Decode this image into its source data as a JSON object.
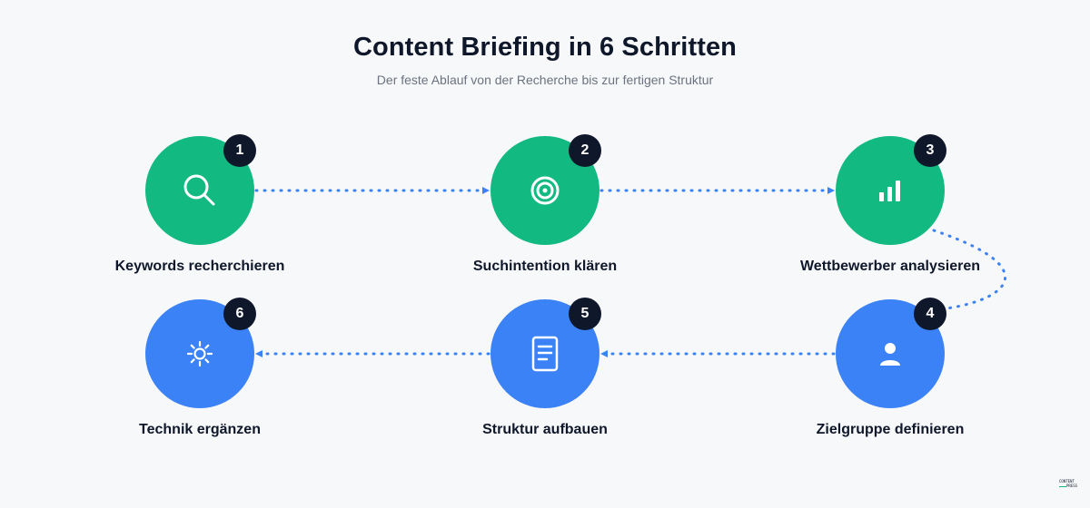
{
  "header": {
    "title": "Content Briefing in 6 Schritten",
    "subtitle": "Der feste Ablauf von der Recherche bis zur fertigen Struktur"
  },
  "steps": [
    {
      "number": "1",
      "label": "Keywords recherchieren",
      "icon": "search-icon",
      "color": "#12b981"
    },
    {
      "number": "2",
      "label": "Suchintention klären",
      "icon": "target-icon",
      "color": "#12b981"
    },
    {
      "number": "3",
      "label": "Wettbewerber analysieren",
      "icon": "bar-chart-icon",
      "color": "#12b981"
    },
    {
      "number": "4",
      "label": "Zielgruppe definieren",
      "icon": "user-icon",
      "color": "#3b82f6"
    },
    {
      "number": "5",
      "label": "Struktur aufbauen",
      "icon": "document-icon",
      "color": "#3b82f6"
    },
    {
      "number": "6",
      "label": "Technik ergänzen",
      "icon": "settings-icon",
      "color": "#3b82f6"
    }
  ],
  "colors": {
    "green": "#12b981",
    "blue": "#3b82f6",
    "badge": "#0f172a",
    "connector": "#3b82f6",
    "background": "#f7f8fa"
  },
  "logo": {
    "line1": "CONTENT",
    "line2": "PRESS"
  }
}
